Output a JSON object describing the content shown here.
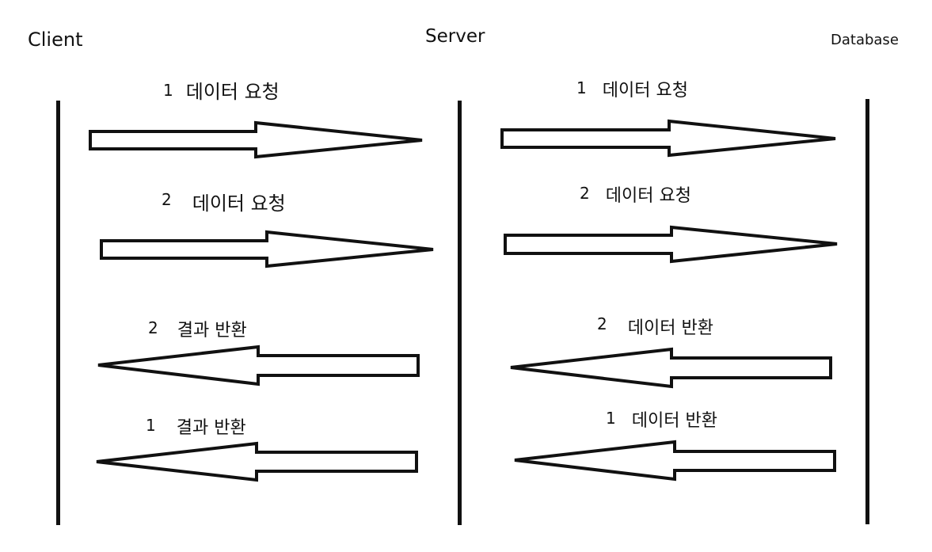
{
  "lanes": {
    "client": "Client",
    "server": "Server",
    "database": "Database"
  },
  "messages": {
    "client_server": [
      {
        "number": "1",
        "label": "데이터 요청",
        "direction": "to-server"
      },
      {
        "number": "2",
        "label": "데이터 요청",
        "direction": "to-server"
      },
      {
        "number": "2",
        "label": "결과 반환",
        "direction": "to-client"
      },
      {
        "number": "1",
        "label": "결과 반환",
        "direction": "to-client"
      }
    ],
    "server_database": [
      {
        "number": "1",
        "label": "데이터 요청",
        "direction": "to-database"
      },
      {
        "number": "2",
        "label": "데이터 요청",
        "direction": "to-database"
      },
      {
        "number": "2",
        "label": "데이터 반환",
        "direction": "to-server"
      },
      {
        "number": "1",
        "label": "데이터 반환",
        "direction": "to-server"
      }
    ]
  },
  "colors": {
    "line": "#111111",
    "arrow_fill": "#ffffff",
    "background": "#ffffff"
  }
}
